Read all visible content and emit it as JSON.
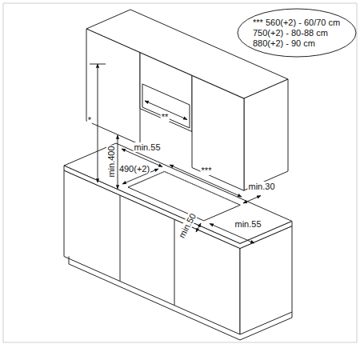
{
  "diagram": {
    "nodes": [
      {
        "text": [
          "*** 560(+2) - 60/70 cm",
          "750(+2) - 80-88 cm",
          "880(+2) - 90 cm"
        ]
      }
    ],
    "labels": [
      "*",
      "min.400",
      "**",
      "min.55",
      "490(+2)",
      "***",
      "min.30",
      "min.50",
      "min.55"
    ]
  }
}
